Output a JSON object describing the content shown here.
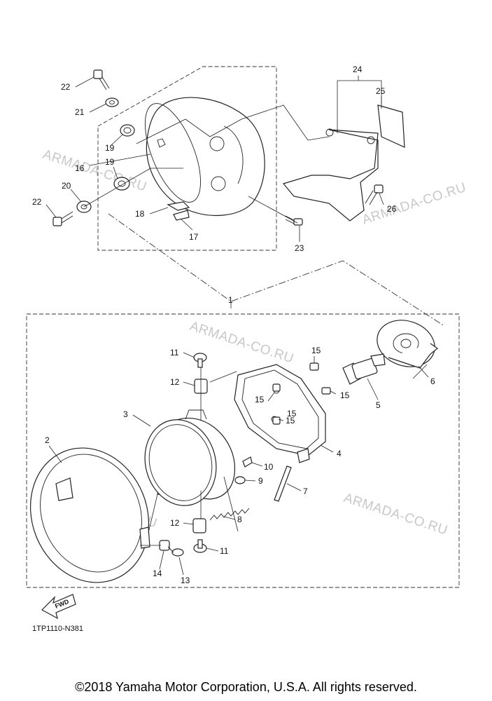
{
  "watermark": "ARMADA-CO.RU",
  "diagram_code": "1TP1110-N381",
  "fwd_label": "FWD",
  "copyright": "©2018 Yamaha Motor Corporation, U.S.A. All rights reserved.",
  "callouts": {
    "n1": "1",
    "n2": "2",
    "n3": "3",
    "n4": "4",
    "n5": "5",
    "n6": "6",
    "n7": "7",
    "n8": "8",
    "n9": "9",
    "n10": "10",
    "n11a": "11",
    "n11b": "11",
    "n12a": "12",
    "n12b": "12",
    "n13": "13",
    "n14": "14",
    "n15a": "15",
    "n15b": "15",
    "n15c": "15",
    "n15d": "15",
    "n15e": "15",
    "n16": "16",
    "n17": "17",
    "n18": "18",
    "n19a": "19",
    "n19b": "19",
    "n20": "20",
    "n21": "21",
    "n22a": "22",
    "n22b": "22",
    "n23": "23",
    "n24": "24",
    "n25": "25",
    "n26": "26"
  }
}
